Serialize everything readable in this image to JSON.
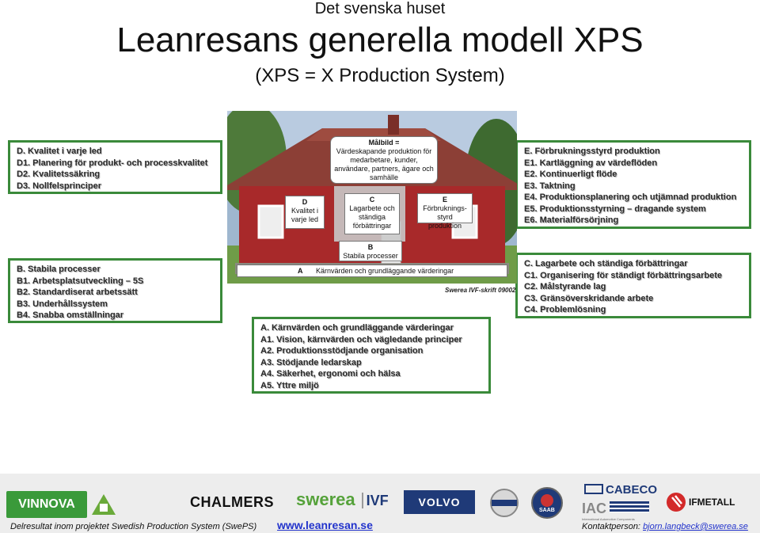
{
  "header": {
    "kicker": "Det svenska huset",
    "title": "Leanresans generella modell XPS",
    "subtitle": "(XPS = X Production System)"
  },
  "boxes": {
    "d": {
      "title": "D. Kvalitet i varje led",
      "items": [
        "D1. Planering för produkt- och processkvalitet",
        "D2. Kvalitetssäkring",
        "D3. Nollfelsprinciper"
      ]
    },
    "b": {
      "title": "B. Stabila processer",
      "items": [
        "B1. Arbetsplatsutveckling – 5S",
        "B2. Standardiserat arbetssätt",
        "B3. Underhållssystem",
        "B4. Snabba omställningar"
      ]
    },
    "e": {
      "title": "E. Förbrukningsstyrd produktion",
      "items": [
        "E1. Kartläggning av värdeflöden",
        "E2. Kontinuerligt flöde",
        "E3. Taktning",
        "E4. Produktionsplanering och utjämnad produktion",
        "E5. Produktionsstyrning – dragande system",
        "E6. Materialförsörjning"
      ]
    },
    "c": {
      "title": "C. Lagarbete och ständiga förbättringar",
      "items": [
        "C1. Organisering för ständigt förbättringsarbete",
        "C2. Målstyrande lag",
        "C3. Gränsöverskridande arbete",
        "C4. Problemlösning"
      ]
    },
    "a": {
      "title": "A. Kärnvärden och grundläggande värderingar",
      "items": [
        "A1. Vision, kärnvärden och vägledande principer",
        "A2. Produktionsstödjande organisation",
        "A3. Stödjande ledarskap",
        "A4. Säkerhet, ergonomi och hälsa",
        "A5. Yttre miljö"
      ]
    }
  },
  "house": {
    "goal_title": "Målbild =",
    "goal_text": "Värdeskapande produktion för medarbetare, kunder, användare, partners, ägare och samhälle",
    "d_letter": "D",
    "d_text": "Kvalitet i varje led",
    "c_letter": "C",
    "c_text": "Lagarbete och ständiga förbättringar",
    "e_letter": "E",
    "e_text": "Förbruknings-styrd produktion",
    "b_letter": "B",
    "b_text": "Stabila processer",
    "a_letter": "A",
    "a_text": "Kärnvärden och grundläggande värderingar",
    "credit": "Swerea IVF-skrift 09002"
  },
  "footer": {
    "left_text": "Delresultat inom projektet Swedish Production System (SwePS)",
    "url": "www.leanresan.se",
    "contact_label": "Kontaktperson: ",
    "contact_email": "bjorn.langbeck@swerea.se",
    "logos": {
      "vinnova": "VINNOVA",
      "chalmers": "CHALMERS",
      "swerea": "swerea",
      "ivf": "IVF",
      "volvo": "VOLVO",
      "saab": "SAAB",
      "cabeco": "CABECO",
      "iac": "IAC",
      "iac_sub": "International Automotive Components",
      "ifmetall": "IFMETALL"
    }
  },
  "colors": {
    "box_border": "#3a8a3a",
    "house_wall": "#a8292a",
    "roof": "#8c3f36",
    "volvo_blue": "#1f3a78"
  }
}
